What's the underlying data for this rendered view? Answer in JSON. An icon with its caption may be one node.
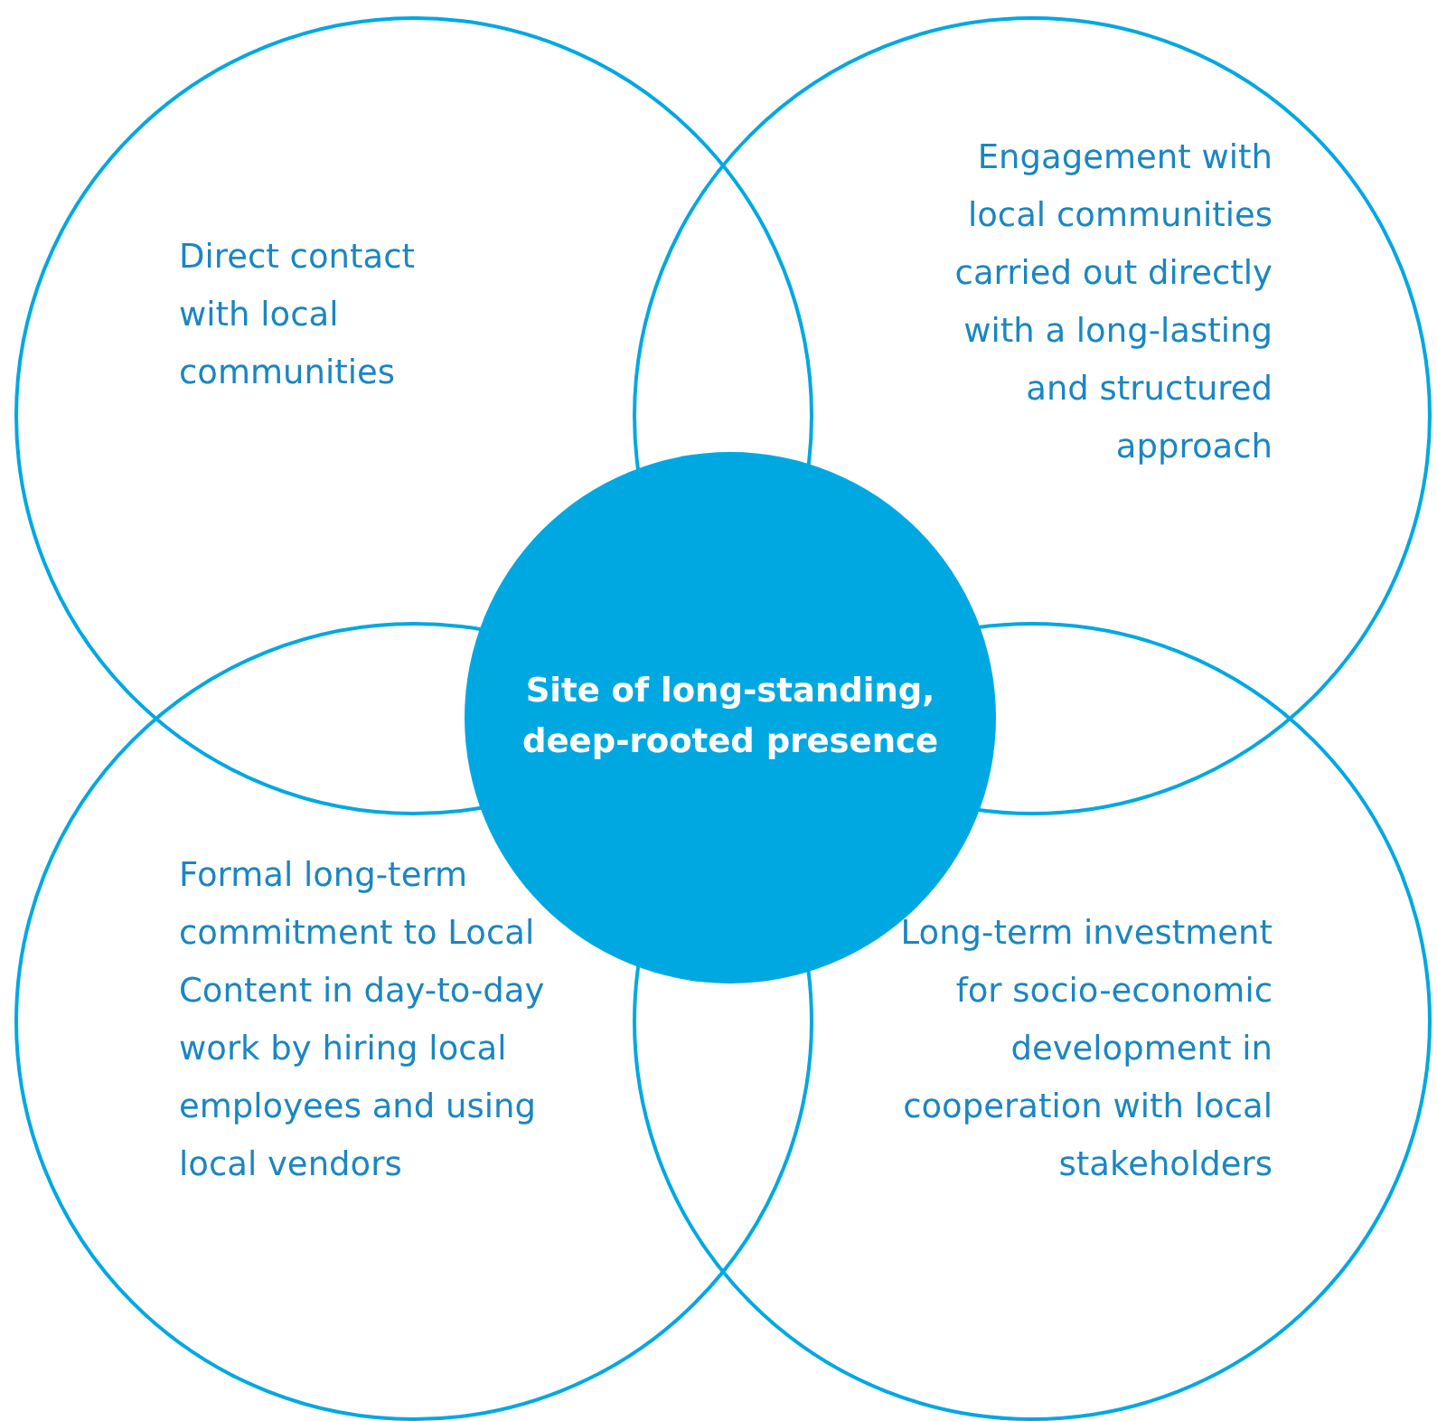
{
  "diagram": {
    "nodes": [
      {
        "text": [
          "Direct contact with local communities"
        ]
      },
      {
        "text": [
          "Engagement with local communities carried out directly with a long-lasting and structured approach"
        ]
      },
      {
        "text": [
          "Site of long-standing, deep-rooted presence"
        ]
      },
      {
        "text": [
          "Formal long-term commitment to Local Content in day-to-day work by hiring local employees and using local vendors"
        ]
      },
      {
        "text": [
          "Long-term investment for socio-economic development in cooperation with local stakeholders"
        ]
      }
    ]
  }
}
